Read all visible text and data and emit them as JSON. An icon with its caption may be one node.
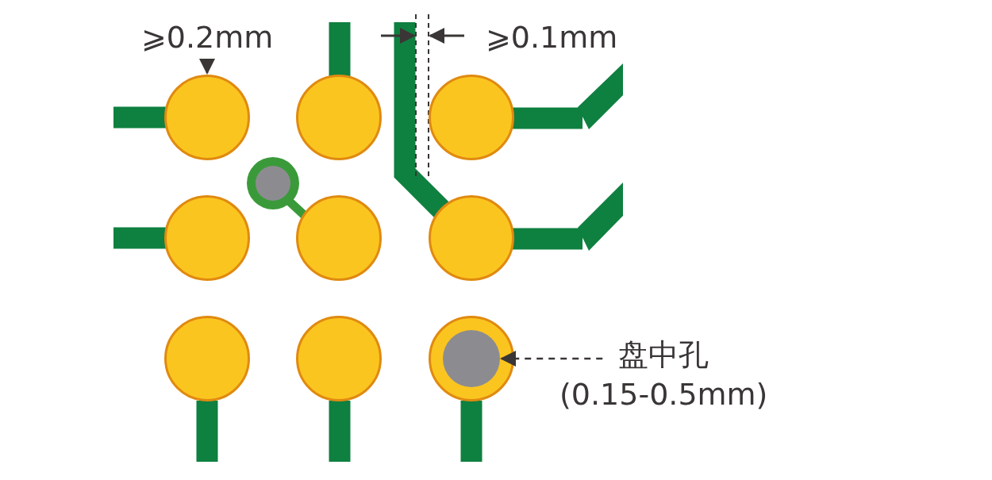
{
  "diagram": {
    "nodes": [
      {
        "text": [
          "⩾0.2mm"
        ]
      },
      {
        "text": [],
        "shape": "circle"
      },
      {
        "text": [],
        "shape": "circle"
      },
      {
        "text": [],
        "shape": "circle"
      },
      {
        "text": [],
        "shape": "circle"
      },
      {
        "text": [],
        "shape": "circle"
      },
      {
        "text": [],
        "shape": "circle"
      },
      {
        "text": [],
        "shape": "circle"
      },
      {
        "text": [],
        "shape": "circle"
      },
      {
        "text": [],
        "shape": "circle"
      },
      {
        "text": [],
        "shape": "circle",
        "in": 9
      },
      {
        "text": [
          "盘中孔",
          "(0.15-0.5mm)"
        ]
      }
    ],
    "edges": [
      {
        "from": 0,
        "to": 1,
        "arrow": "to",
        "style": "dashed"
      },
      {
        "from": 11,
        "to": 10,
        "arrow": "to",
        "style": "dashed"
      }
    ],
    "labels": [
      "⩾0.1mm"
    ]
  }
}
